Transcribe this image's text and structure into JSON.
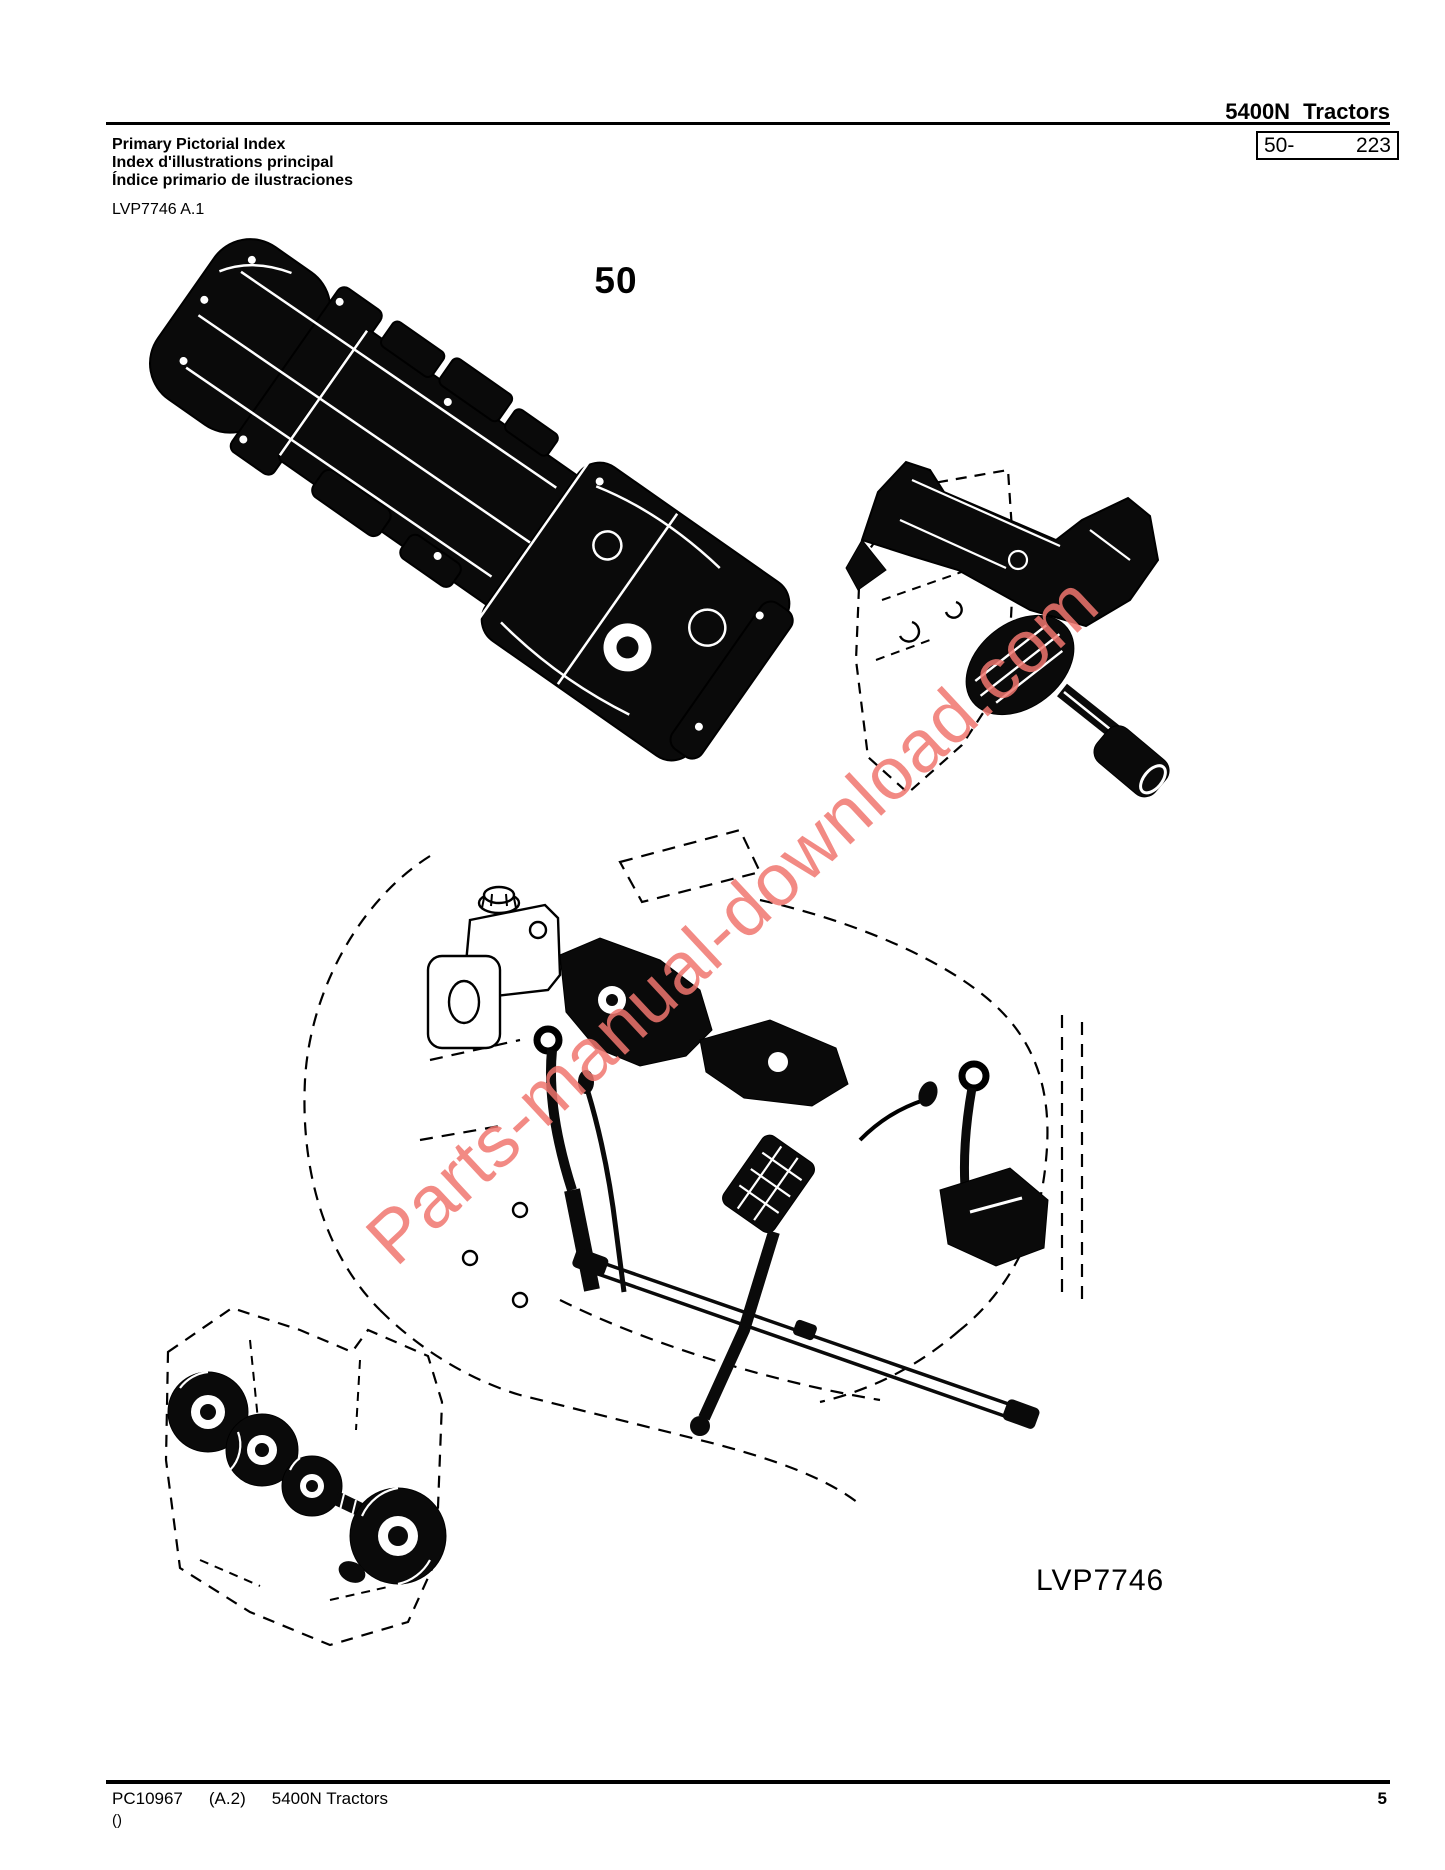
{
  "header": {
    "model": "5400N Tractors",
    "page_box": {
      "prefix": "50-",
      "number": "223"
    }
  },
  "title_block": {
    "line_en": "Primary Pictorial Index",
    "line_fr": "Index d'illustrations principal",
    "line_es": "Índice primario de ilustraciones",
    "revision_code": "LVP7746 A.1"
  },
  "figure": {
    "number": "50",
    "caption_code": "LVP7746"
  },
  "watermark": {
    "text": "Parts-manual-download.com",
    "color": "#f0766e",
    "angle_deg": -43
  },
  "footer": {
    "publication": "PC10967",
    "revision": "(A.2)",
    "model": "5400N Tractors",
    "page_number": "5",
    "suffix": "()"
  }
}
